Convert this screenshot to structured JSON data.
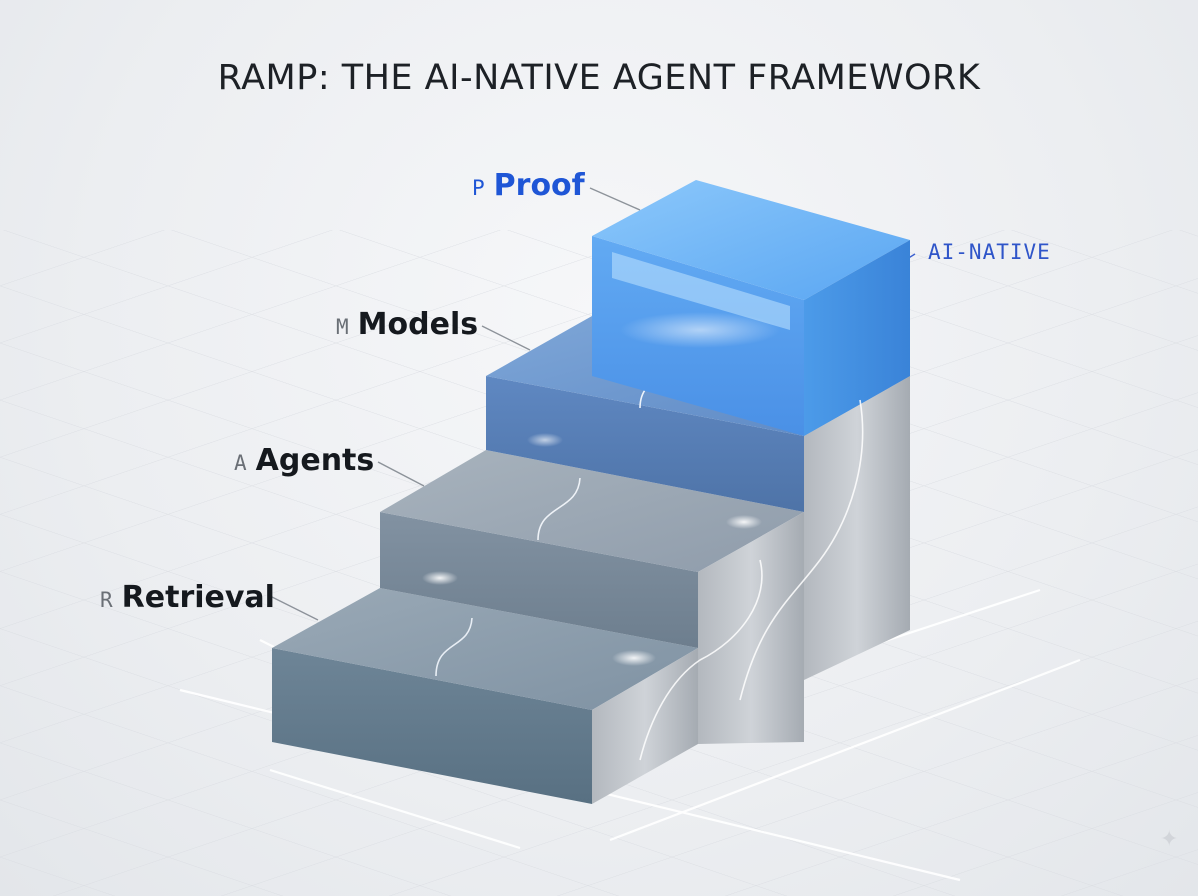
{
  "title": "RAMP: THE AI-NATIVE AGENT FRAMEWORK",
  "steps": [
    {
      "letter": "R",
      "name": "Retrieval"
    },
    {
      "letter": "A",
      "name": "Agents"
    },
    {
      "letter": "M",
      "name": "Models"
    },
    {
      "letter": "P",
      "name": "Proof"
    }
  ],
  "side_label": "AI-NATIVE",
  "icons": {
    "corner": "sparkle-icon"
  },
  "colors": {
    "proof_accent": "#1f56d6",
    "ai_native": "#2f55c9",
    "title": "#1d2126",
    "step_top_blue": "#5aa6f2",
    "step_steel": "#6f8496"
  }
}
